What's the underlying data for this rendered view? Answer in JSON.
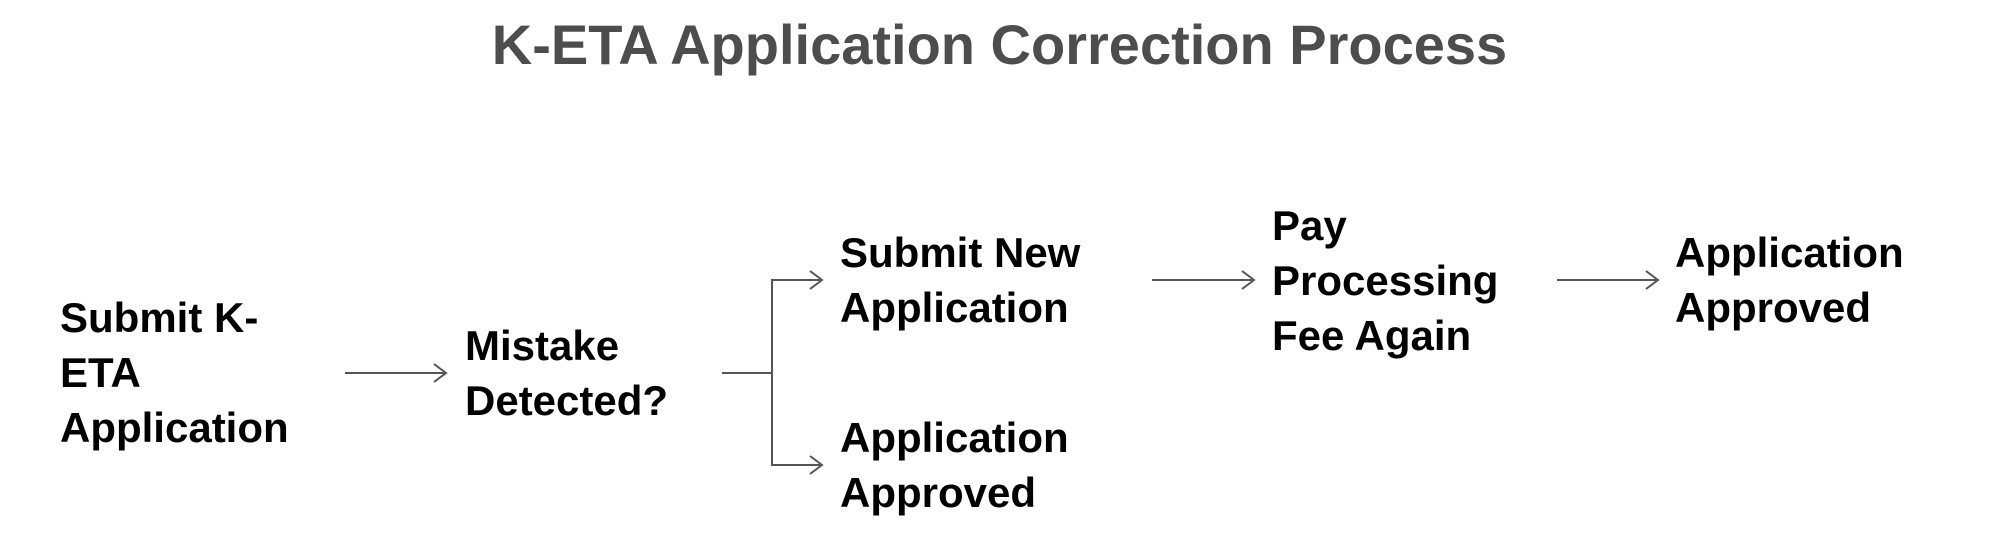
{
  "title": "K-ETA Application Correction Process",
  "nodes": {
    "submit_keta": [
      "Submit K-",
      "ETA",
      "Application"
    ],
    "mistake_detected": [
      "Mistake",
      "Detected?"
    ],
    "submit_new": [
      "Submit New",
      "Application"
    ],
    "approved_direct": [
      "Application",
      "Approved"
    ],
    "pay_fee": [
      "Pay",
      "Processing",
      "Fee Again"
    ],
    "approved_final": [
      "Application",
      "Approved"
    ]
  },
  "edges": [
    {
      "from": "submit_keta",
      "to": "mistake_detected"
    },
    {
      "from": "mistake_detected",
      "to": "submit_new"
    },
    {
      "from": "mistake_detected",
      "to": "approved_direct"
    },
    {
      "from": "submit_new",
      "to": "pay_fee"
    },
    {
      "from": "pay_fee",
      "to": "approved_final"
    }
  ]
}
